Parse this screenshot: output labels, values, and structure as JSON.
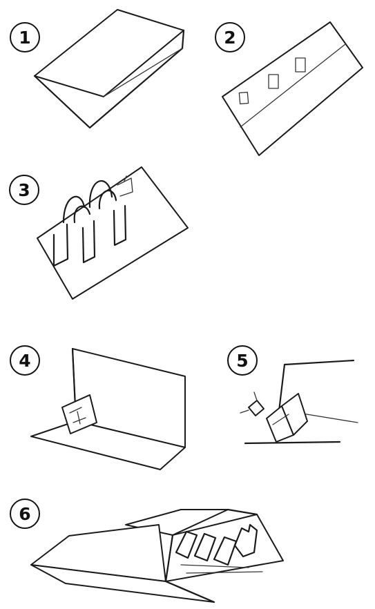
{
  "steps": [
    {
      "number": "1",
      "icon": "folded-card-icon"
    },
    {
      "number": "2",
      "icon": "card-with-cut-tabs-icon"
    },
    {
      "number": "3",
      "icon": "card-with-arched-tabs-icon"
    },
    {
      "number": "4",
      "icon": "popup-box-inside-card-icon"
    },
    {
      "number": "5",
      "icon": "popup-box-gluing-icon"
    },
    {
      "number": "6",
      "icon": "layered-popup-card-icon"
    }
  ]
}
